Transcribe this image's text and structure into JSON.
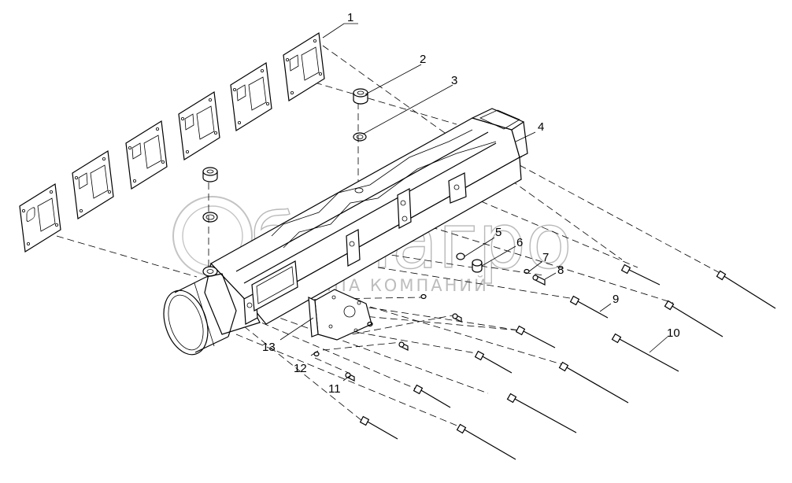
{
  "watermark": {
    "brand": "белагро",
    "tagline": "ГРУППА КОМПАНИЙ"
  },
  "callouts": [
    {
      "id": "1",
      "label": "1"
    },
    {
      "id": "2",
      "label": "2"
    },
    {
      "id": "3",
      "label": "3"
    },
    {
      "id": "4",
      "label": "4"
    },
    {
      "id": "5",
      "label": "5"
    },
    {
      "id": "6",
      "label": "6"
    },
    {
      "id": "7",
      "label": "7"
    },
    {
      "id": "8",
      "label": "8"
    },
    {
      "id": "9",
      "label": "9"
    },
    {
      "id": "10",
      "label": "10"
    },
    {
      "id": "11",
      "label": "11"
    },
    {
      "id": "12",
      "label": "12"
    },
    {
      "id": "13",
      "label": "13"
    }
  ]
}
